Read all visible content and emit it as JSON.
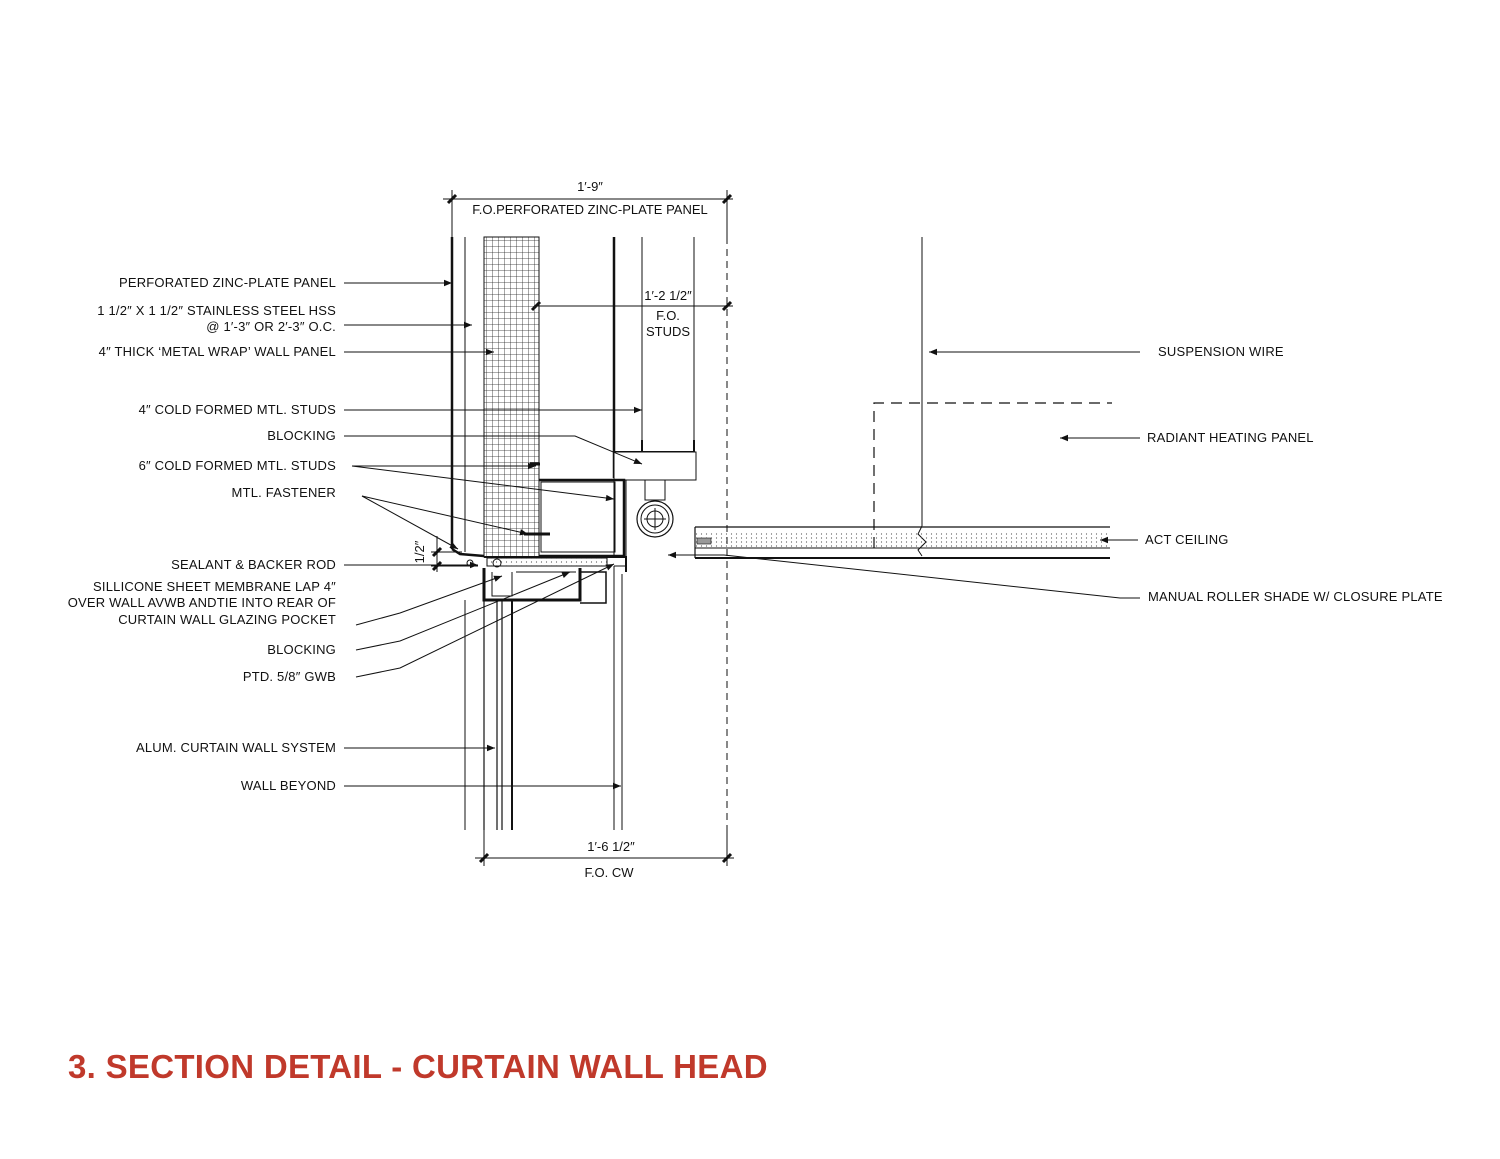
{
  "title": "3.  SECTION DETAIL - CURTAIN WALL HEAD",
  "accent_color": "#c0392b",
  "dimensions": {
    "top_value": "1′-9″",
    "top_label": "F.O.PERFORATED ZINC-PLATE PANEL",
    "studs_value": "1′-2 1/2″",
    "studs_label_1": "F.O.",
    "studs_label_2": "STUDS",
    "half_inch": "1/2″",
    "bottom_value": "1′-6 1/2″",
    "bottom_label": "F.O. CW"
  },
  "left_callouts": {
    "perforated_panel": "PERFORATED ZINC-PLATE PANEL",
    "hss_1": "1 1/2″ X 1 1/2″ STAINLESS STEEL HSS",
    "hss_2": "@ 1′-3″ OR 2′-3″ O.C.",
    "metal_wrap": "4″ THICK ‘METAL WRAP’ WALL PANEL",
    "studs_4": "4″ COLD FORMED MTL. STUDS",
    "blocking_1": "BLOCKING",
    "studs_6": "6″ COLD FORMED MTL. STUDS",
    "fastener": "MTL. FASTENER",
    "sealant": "SEALANT & BACKER ROD",
    "membrane_1": "SILLICONE SHEET MEMBRANE LAP 4″",
    "membrane_2": "OVER WALL AVWB ANDTIE INTO REAR OF",
    "membrane_3": "CURTAIN WALL GLAZING POCKET",
    "blocking_2": "BLOCKING",
    "gwb": "PTD. 5/8″ GWB",
    "curtain_wall": "ALUM. CURTAIN WALL SYSTEM",
    "wall_beyond": "WALL BEYOND"
  },
  "right_callouts": {
    "suspension_wire": "SUSPENSION WIRE",
    "radiant_panel": "RADIANT HEATING PANEL",
    "act_ceiling": "ACT CEILING",
    "roller_shade": "MANUAL ROLLER SHADE W/ CLOSURE PLATE"
  }
}
